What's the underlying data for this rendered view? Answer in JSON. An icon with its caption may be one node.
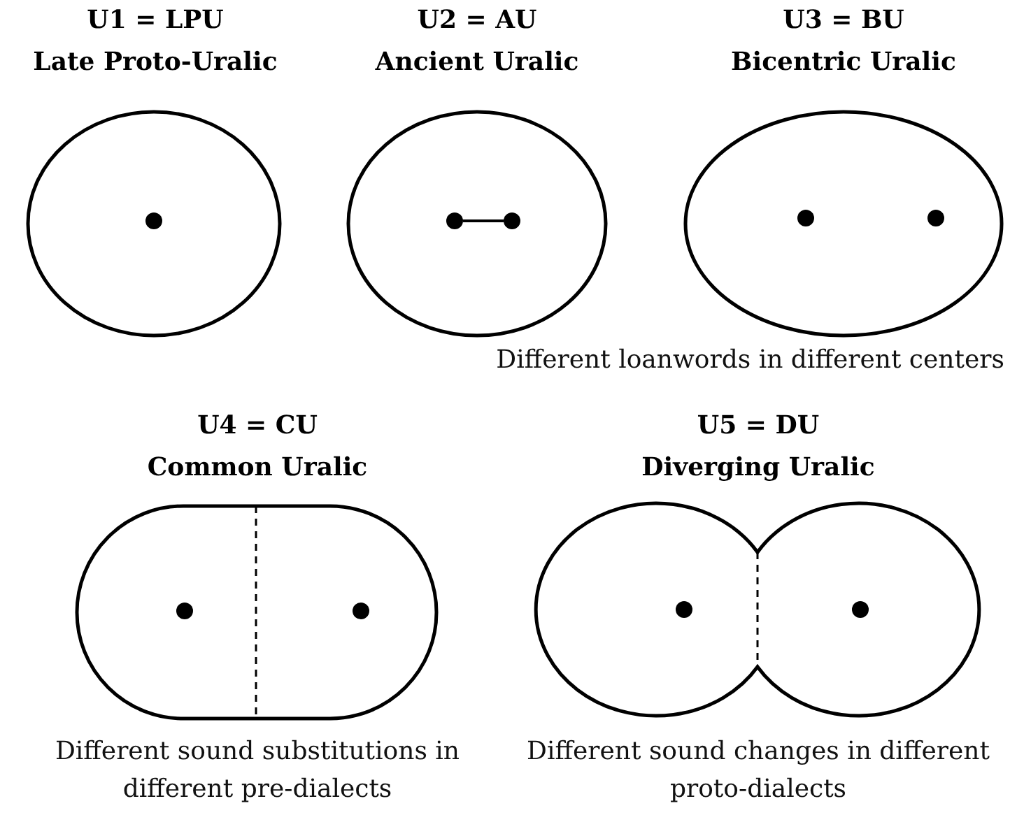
{
  "diagram": {
    "nodes": [
      {
        "text": [
          "U1 = LPU",
          "Late Proto-Uralic"
        ]
      },
      {
        "text": [],
        "shape": "circle",
        "in": 0
      },
      {
        "text": [
          "U2 = AU",
          "Ancient Uralic"
        ]
      },
      {
        "text": [],
        "shape": "circle",
        "in": 2
      },
      {
        "text": [],
        "shape": "circle",
        "in": 2
      },
      {
        "text": [
          "U3 = BU",
          "Bicentric Uralic"
        ]
      },
      {
        "text": [],
        "shape": "circle",
        "in": 5
      },
      {
        "text": [],
        "shape": "circle",
        "in": 5
      },
      {
        "text": [
          "U4 = CU",
          "Common Uralic"
        ],
        "beside": [
          "Different sound substitutions in different pre-dialects"
        ]
      },
      {
        "text": [],
        "shape": "circle",
        "in": 8
      },
      {
        "text": [],
        "shape": "circle",
        "in": 8
      },
      {
        "text": [
          "U5 = DU",
          "Diverging Uralic"
        ],
        "beside": [
          "Different sound changes in different proto-dialects"
        ]
      },
      {
        "text": [],
        "shape": "circle",
        "in": 11
      },
      {
        "text": [],
        "shape": "circle",
        "in": 11
      }
    ],
    "edges": [
      {
        "from": 3,
        "to": 4,
        "arrow": "none"
      }
    ],
    "labels": [
      "Different loanwords in different centers"
    ]
  }
}
